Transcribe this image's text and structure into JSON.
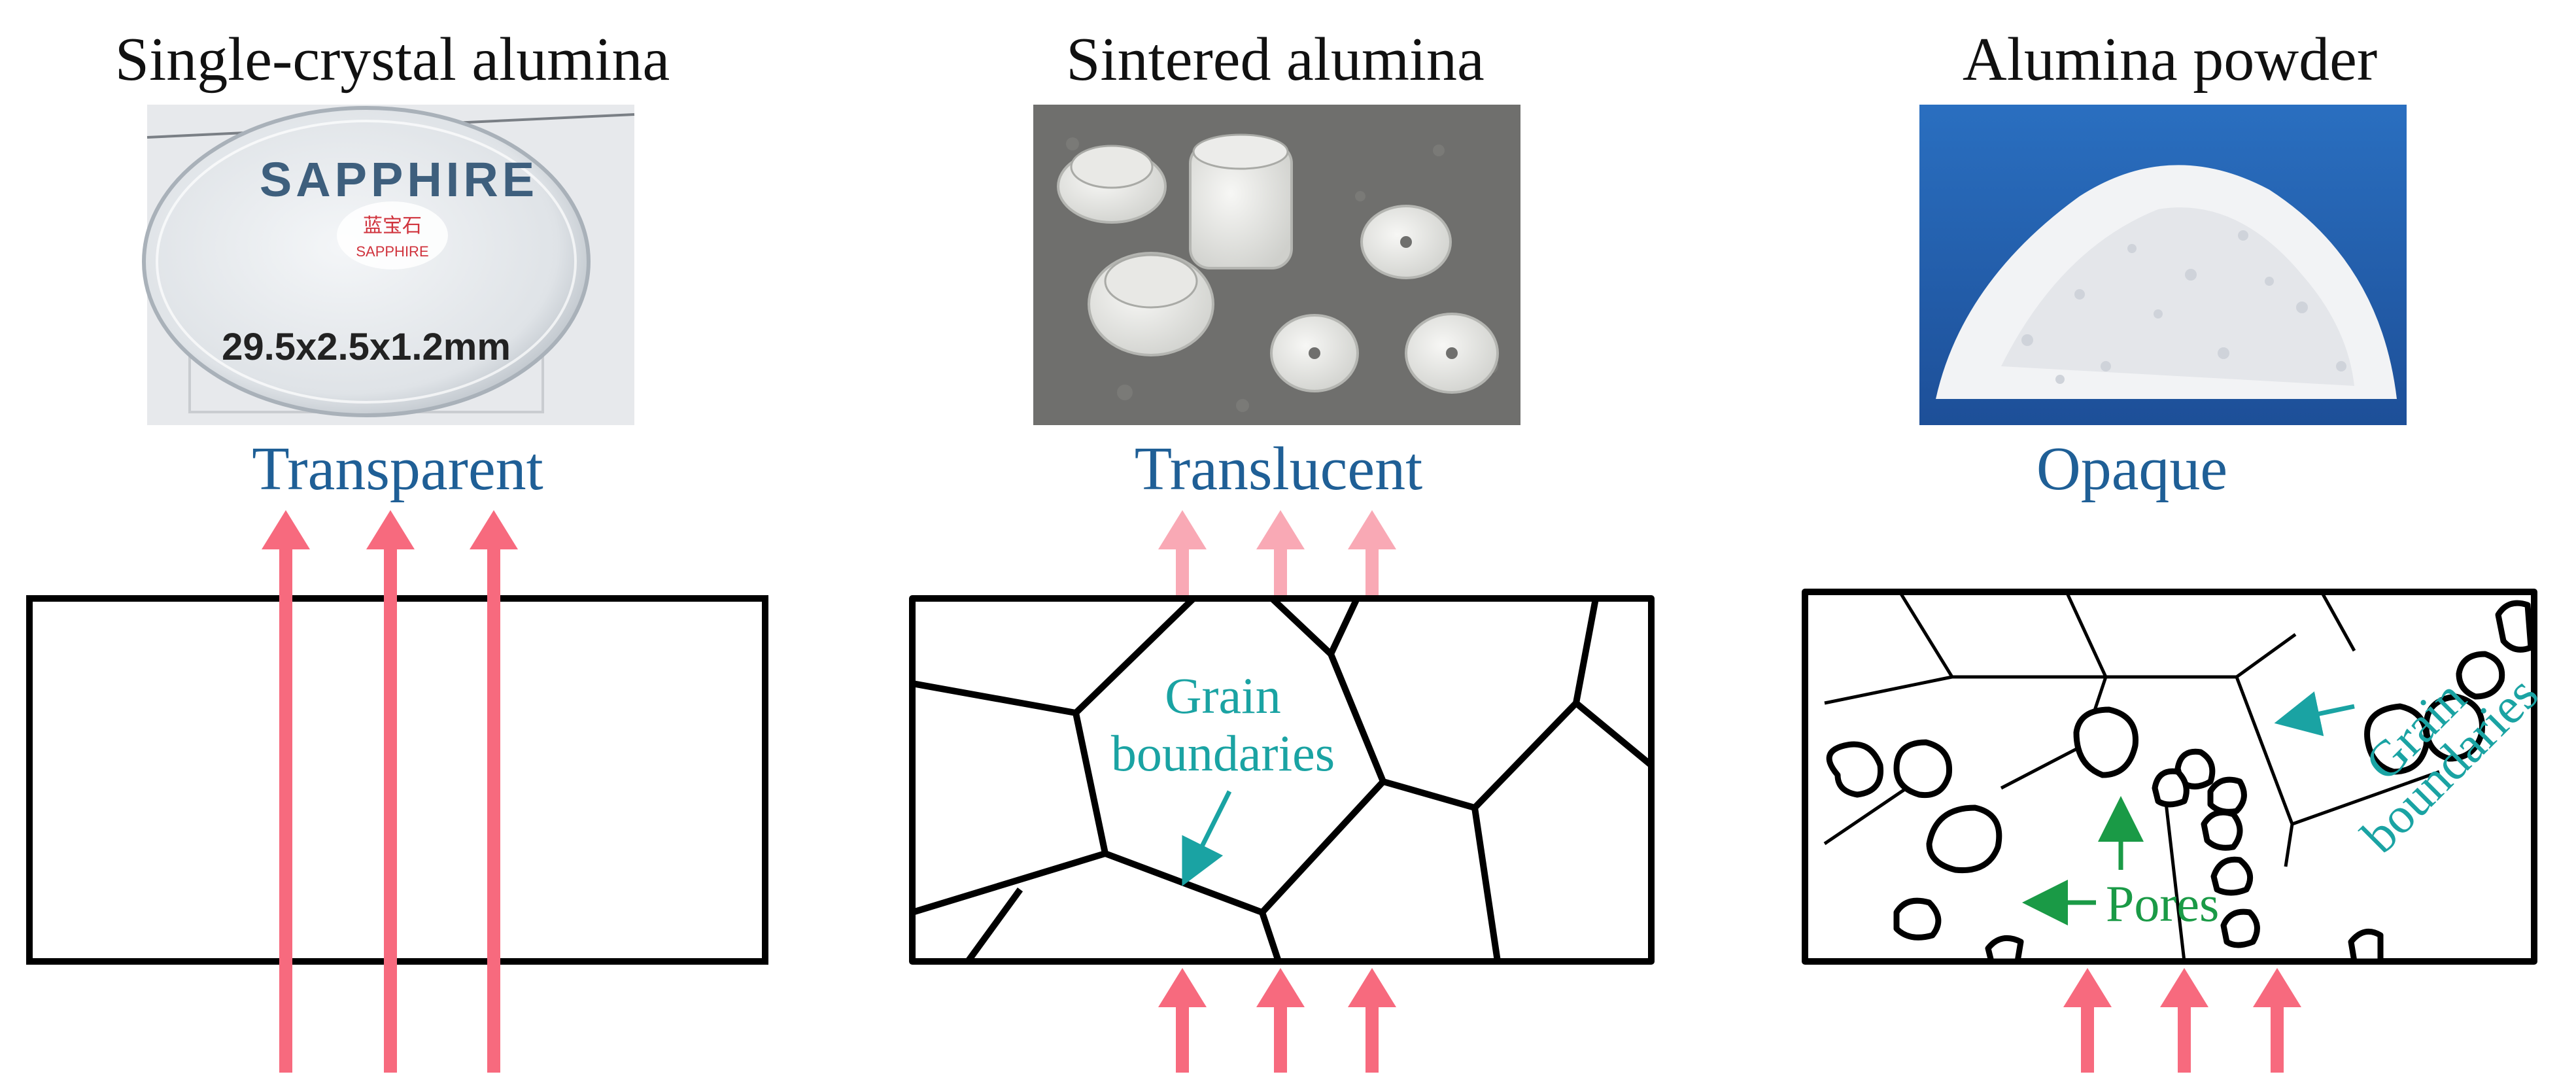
{
  "panels": [
    {
      "title": "Single-crystal alumina",
      "transparency": "Transparent",
      "photo": {
        "brand_text": "SAPPHIRE",
        "stamp_cn": "蓝宝石",
        "stamp_en": "SAPPHIRE",
        "dimensions": "29.5x2.5x1.2mm"
      }
    },
    {
      "title": "Sintered alumina",
      "transparency": "Translucent",
      "annotation": [
        "Grain",
        "boundaries"
      ]
    },
    {
      "title": "Alumina powder",
      "transparency": "Opaque",
      "grain_annotation": [
        "Grain",
        "boundaries"
      ],
      "pores_annotation": "Pores"
    }
  ],
  "colors": {
    "transparency_label": "#1f5f96",
    "grain_label": "#1aa3a3",
    "pores_label": "#1a9a46",
    "light_ray": "#f76a7e",
    "light_ray_faded": "#f9a9b5",
    "outline": "#000000"
  }
}
